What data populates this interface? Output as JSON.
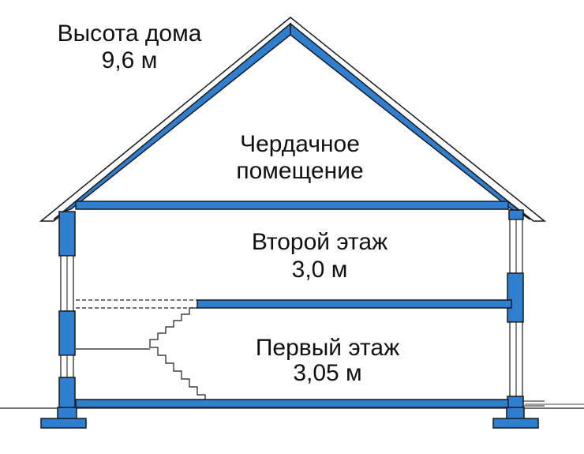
{
  "colors": {
    "structure_fill": "#2f7fd0",
    "outline": "#1a1a1a",
    "background": "#ffffff"
  },
  "labels": {
    "height_title": "Высота дома",
    "height_value": "9,6 м",
    "attic_line1": "Чердачное",
    "attic_line2": "помещение",
    "floor2_name": "Второй этаж",
    "floor2_height": "3,0 м",
    "floor1_name": "Первый этаж",
    "floor1_height": "3,05 м"
  }
}
